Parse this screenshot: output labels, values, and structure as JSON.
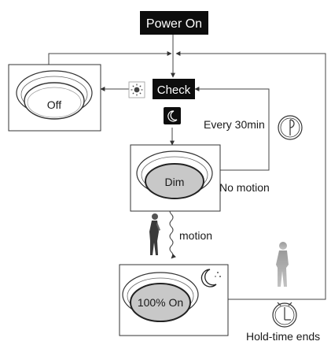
{
  "nodes": {
    "power_on": "Power On",
    "check": "Check",
    "off": "Off",
    "dim": "Dim",
    "full_on": "100% On"
  },
  "edges": {
    "every_30min": "Every 30min",
    "no_motion": "No motion",
    "motion": "motion",
    "hold_time_ends": "Hold-time ends"
  },
  "icons": {
    "day": "sun-icon",
    "night": "moon-icon",
    "timer": "clock-icon",
    "person": "walking-person-icon",
    "night_mode": "moon-stars-icon"
  },
  "colors": {
    "label_box": "#0d0d0d",
    "lamp_active": "#c8c8c8",
    "lines": "#444444"
  }
}
